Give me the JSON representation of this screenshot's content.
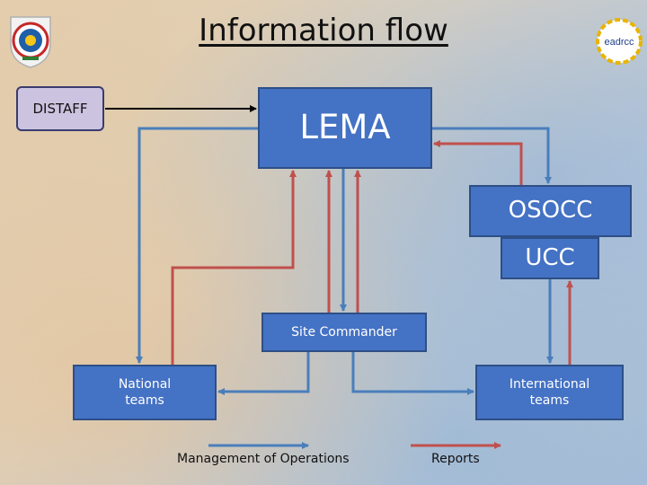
{
  "slide": {
    "title": "Information flow"
  },
  "nodes": {
    "distaff": "DISTAFF",
    "lema": "LEMA",
    "osocc": "OSOCC",
    "ucc": "UCC",
    "site_commander": "Site Commander",
    "national_teams": "National\nteams",
    "international_teams": "International\nteams"
  },
  "legend": {
    "management": "Management of Operations",
    "reports": "Reports"
  },
  "logos": {
    "left": "emblem-logo",
    "right": "eadrcc"
  },
  "colors": {
    "management_arrow": "#4a7ebb",
    "reports_arrow": "#c0504d",
    "box_fill": "#4472c4",
    "distaff_fill": "#ccc3e0"
  }
}
